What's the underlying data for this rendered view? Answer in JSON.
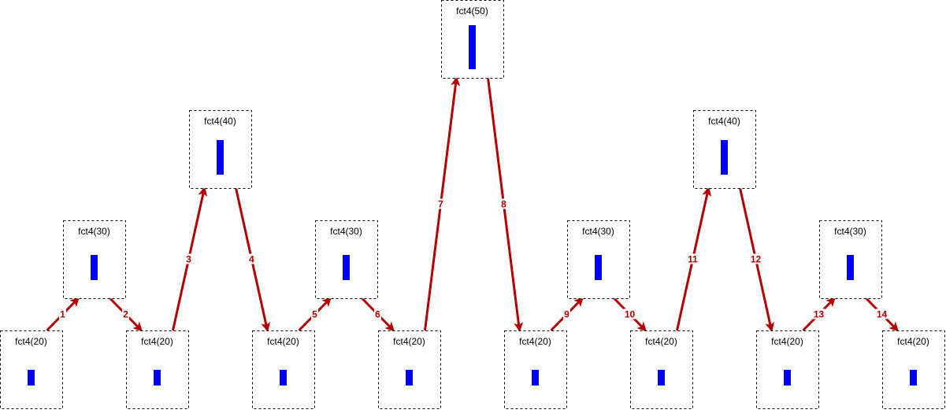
{
  "diagram": {
    "colors": {
      "bar": "#0000ff",
      "edge": "#b20000",
      "border": "#000000",
      "background": "#ffffff"
    },
    "nodes": [
      {
        "id": "n1",
        "label": "fct4(20)",
        "value": 20
      },
      {
        "id": "n2",
        "label": "fct4(30)",
        "value": 30
      },
      {
        "id": "n3",
        "label": "fct4(20)",
        "value": 20
      },
      {
        "id": "n4",
        "label": "fct4(40)",
        "value": 40
      },
      {
        "id": "n5",
        "label": "fct4(20)",
        "value": 20
      },
      {
        "id": "n6",
        "label": "fct4(30)",
        "value": 30
      },
      {
        "id": "n7",
        "label": "fct4(20)",
        "value": 20
      },
      {
        "id": "n8",
        "label": "fct4(50)",
        "value": 50
      },
      {
        "id": "n9",
        "label": "fct4(20)",
        "value": 20
      },
      {
        "id": "n10",
        "label": "fct4(30)",
        "value": 30
      },
      {
        "id": "n11",
        "label": "fct4(20)",
        "value": 20
      },
      {
        "id": "n12",
        "label": "fct4(40)",
        "value": 40
      },
      {
        "id": "n13",
        "label": "fct4(20)",
        "value": 20
      },
      {
        "id": "n14",
        "label": "fct4(30)",
        "value": 30
      },
      {
        "id": "n15",
        "label": "fct4(20)",
        "value": 20
      }
    ],
    "edges": [
      {
        "from": "n1",
        "to": "n2",
        "label": "1"
      },
      {
        "from": "n2",
        "to": "n3",
        "label": "2"
      },
      {
        "from": "n3",
        "to": "n4",
        "label": "3"
      },
      {
        "from": "n4",
        "to": "n5",
        "label": "4"
      },
      {
        "from": "n5",
        "to": "n6",
        "label": "5"
      },
      {
        "from": "n6",
        "to": "n7",
        "label": "6"
      },
      {
        "from": "n7",
        "to": "n8",
        "label": "7"
      },
      {
        "from": "n8",
        "to": "n9",
        "label": "8"
      },
      {
        "from": "n9",
        "to": "n10",
        "label": "9"
      },
      {
        "from": "n10",
        "to": "n11",
        "label": "10"
      },
      {
        "from": "n11",
        "to": "n12",
        "label": "11"
      },
      {
        "from": "n12",
        "to": "n13",
        "label": "12"
      },
      {
        "from": "n13",
        "to": "n14",
        "label": "13"
      },
      {
        "from": "n14",
        "to": "n15",
        "label": "14"
      }
    ]
  }
}
